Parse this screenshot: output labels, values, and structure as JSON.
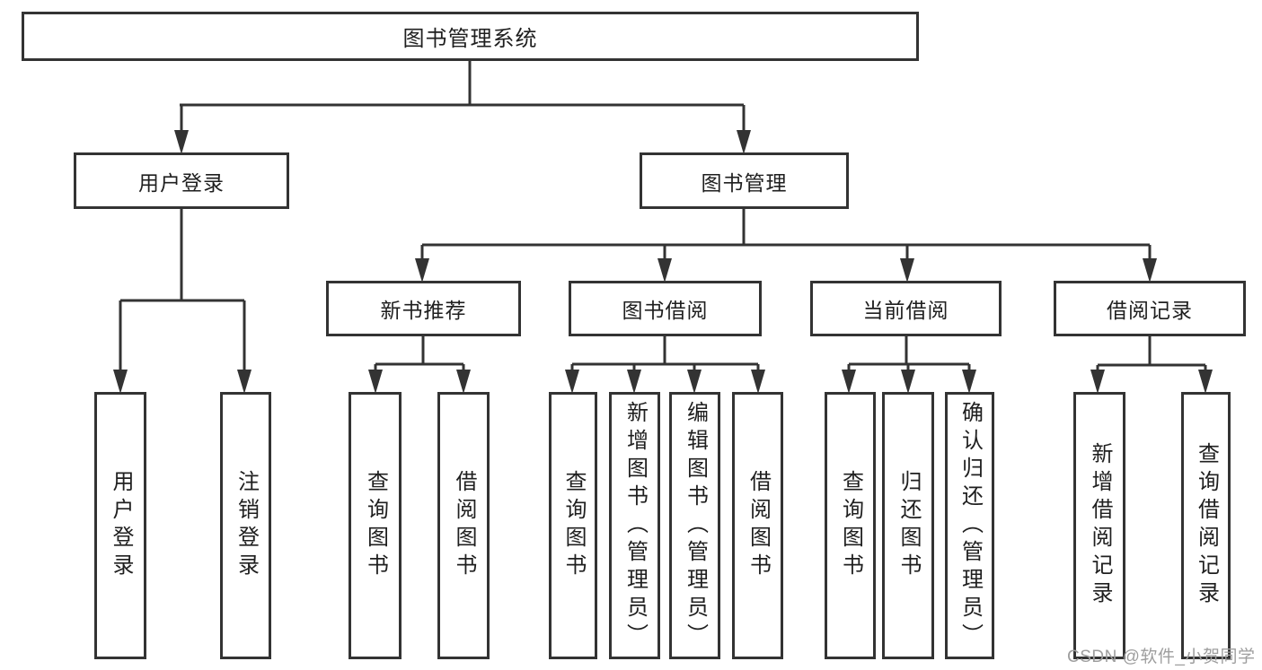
{
  "diagram": {
    "root": {
      "label": "图书管理系统"
    },
    "level2": [
      {
        "label": "用户登录"
      },
      {
        "label": "图书管理"
      }
    ],
    "level3": [
      {
        "label": "新书推荐"
      },
      {
        "label": "图书借阅"
      },
      {
        "label": "当前借阅"
      },
      {
        "label": "借阅记录"
      }
    ],
    "leaves": {
      "user_login": [
        "用户登录",
        "注销登录"
      ],
      "new_book": [
        "查询图书",
        "借阅图书"
      ],
      "book_borrow": [
        "查询图书",
        "新增图书（管理员）",
        "编辑图书（管理员）",
        "借阅图书"
      ],
      "current_borrow": [
        "查询图书",
        "归还图书",
        "确认归还（管理员）"
      ],
      "borrow_record": [
        "新增借阅记录",
        "查询借阅记录"
      ]
    }
  },
  "watermark": {
    "text": "CSDN @软件_小贺同学"
  },
  "colors": {
    "line": "#333333",
    "text": "#1f1f1f",
    "watermark": "#9e9e9e",
    "background": "#ffffff"
  }
}
